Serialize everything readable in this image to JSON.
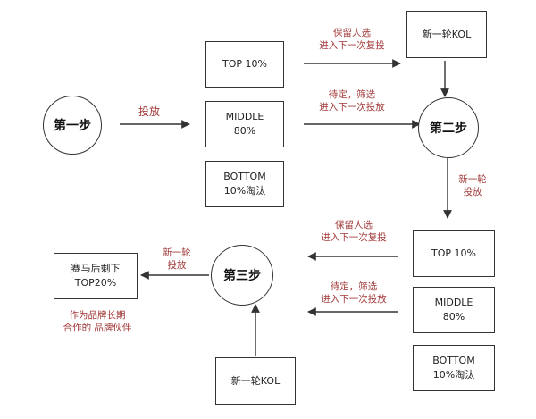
{
  "steps": {
    "step1": "第一步",
    "step2": "第二步",
    "step3": "第三步"
  },
  "stage1": {
    "top": "TOP 10%",
    "middle": "MIDDLE\n80%",
    "bottom": "BOTTOM\n10%淘汰",
    "edge_invest": "投放",
    "edge_keep": "保留人选\n进入下一次复投",
    "edge_pending": "待定，筛选\n进入下一次投放",
    "new_kol": "新一轮KOL"
  },
  "stage2": {
    "edge_new_round": "新一轮\n投放",
    "top": "TOP 10%",
    "middle": "MIDDLE\n80%",
    "bottom": "BOTTOM\n10%淘汰",
    "edge_keep": "保留人选\n进入下一次复投",
    "edge_pending": "待定，筛选\n进入下一次投放"
  },
  "stage3": {
    "edge_new_round": "新一轮\n投放",
    "result_box": "赛马后剩下\nTOP20%",
    "result_note": "作为品牌长期\n合作的 品牌伙伴",
    "new_kol": "新一轮KOL"
  },
  "colors": {
    "line": "#333333",
    "annotation": "#a23a3a"
  }
}
